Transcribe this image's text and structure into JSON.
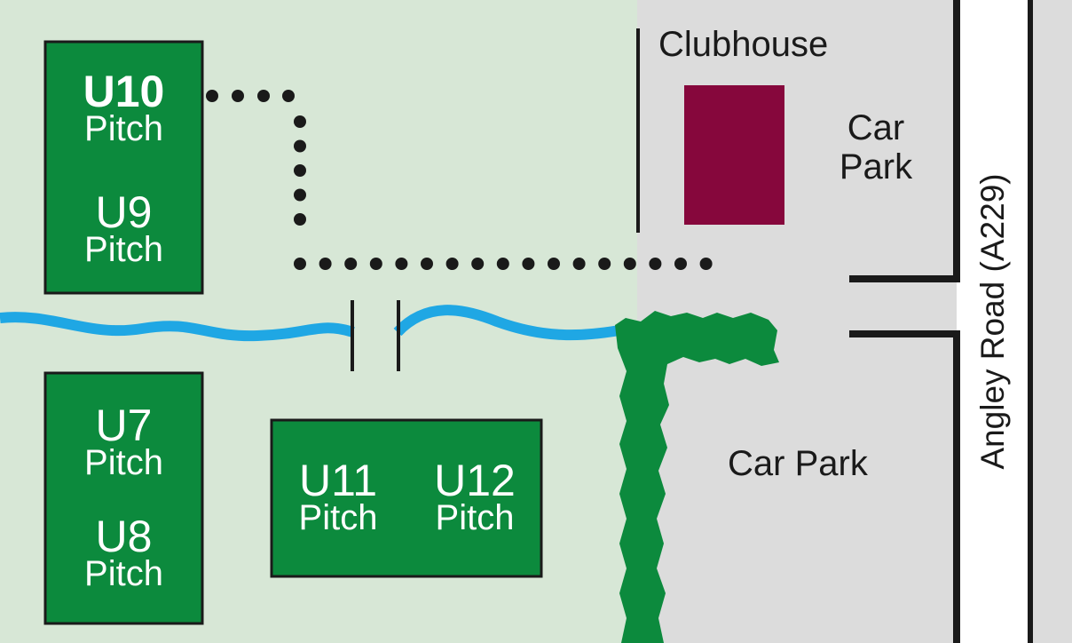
{
  "colors": {
    "grass": "#d7e7d6",
    "pitch": "#0c8a3d",
    "car_park": "#dcdcdc",
    "road": "#ffffff",
    "clubhouse": "#86073c",
    "river": "#1fa7e4",
    "hedge": "#0c8a3d",
    "path": "#1a1a1a"
  },
  "pitches": [
    {
      "id": "u10",
      "name": "U10",
      "label": "Pitch"
    },
    {
      "id": "u9",
      "name": "U9",
      "label": "Pitch"
    },
    {
      "id": "u7",
      "name": "U7",
      "label": "Pitch"
    },
    {
      "id": "u8",
      "name": "U8",
      "label": "Pitch"
    },
    {
      "id": "u11",
      "name": "U11",
      "label": "Pitch"
    },
    {
      "id": "u12",
      "name": "U12",
      "label": "Pitch"
    }
  ],
  "labels": {
    "clubhouse": "Clubhouse",
    "car_park_top_line1": "Car",
    "car_park_top_line2": "Park",
    "car_park_bottom": "Car Park",
    "road": "Angley Road (A229)"
  }
}
